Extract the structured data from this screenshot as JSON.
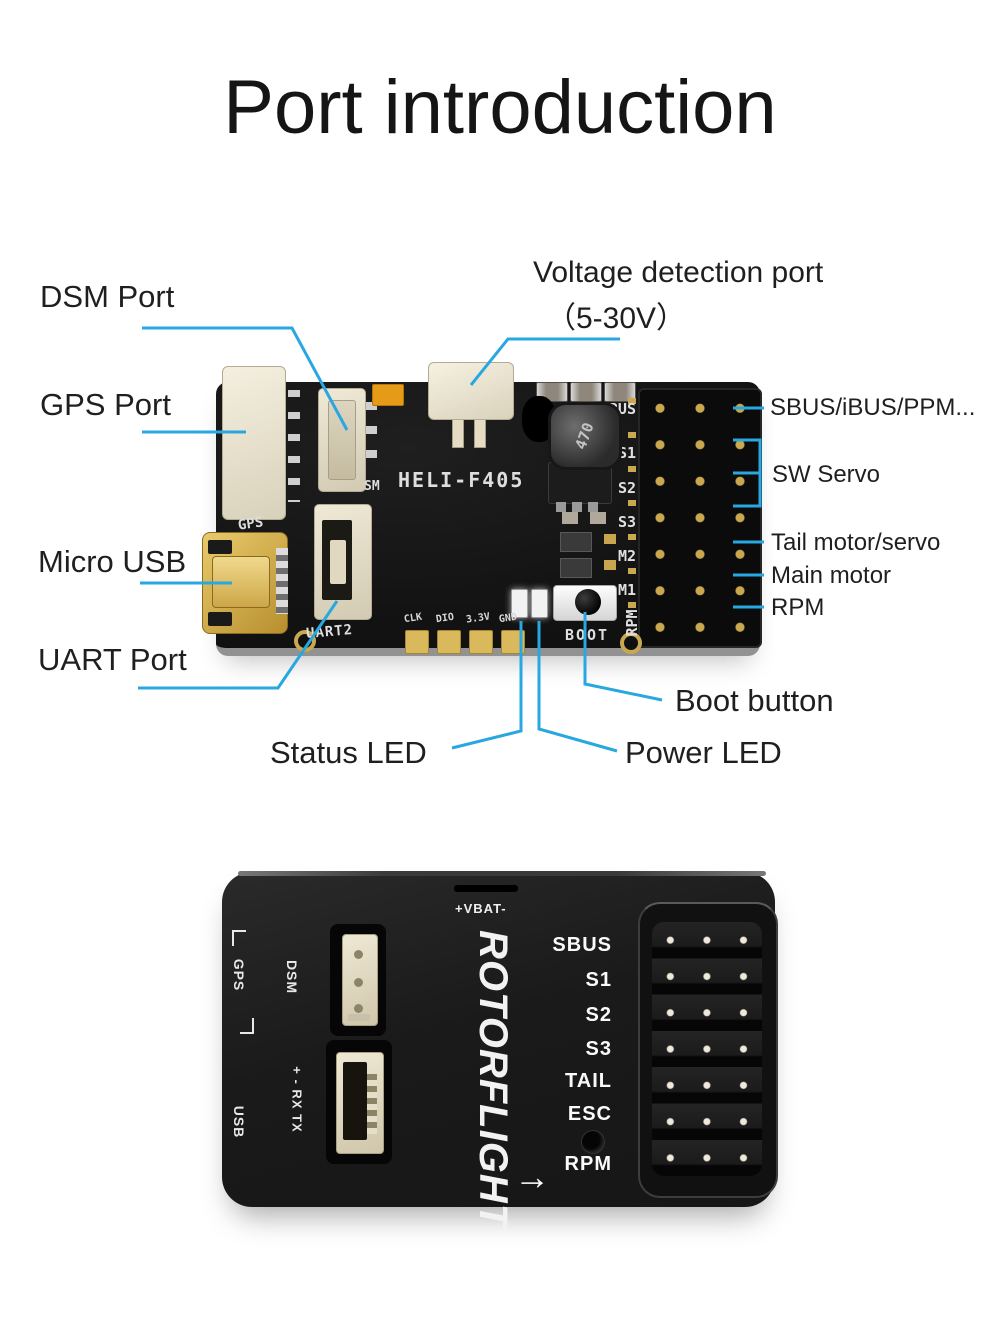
{
  "title": "Port introduction",
  "colors": {
    "accent_blue": "#29a7e0",
    "pcb_gold": "#c9a84f",
    "connector_cream": "#e9e2cd",
    "case_black": "#1c1c1c"
  },
  "pcb_annotations": {
    "dsm_port": "DSM Port",
    "gps_port": "GPS Port",
    "voltage_port_line1": "Voltage detection port",
    "voltage_port_line2": "（5-30V）",
    "micro_usb": "Micro USB",
    "uart_port": "UART Port",
    "status_led": "Status LED",
    "power_led": "Power LED",
    "boot_button": "Boot button",
    "sbus": "SBUS/iBUS/PPM...",
    "sw_servo": "SW Servo",
    "tail_motor": "Tail motor/servo",
    "main_motor": "Main motor",
    "rpm": "RPM"
  },
  "pcb_silkscreen": {
    "model": "HELI-F405",
    "gps": "GPS",
    "dsm": "SM",
    "uart": "UART2",
    "boot": "BOOT",
    "inductor": "470",
    "debug_pads": [
      "CLK",
      "DIO",
      "3.3V",
      "GND"
    ],
    "header_pins": [
      "SBUS",
      "S1",
      "S2",
      "S3",
      "M2",
      "M1",
      "RPM"
    ]
  },
  "case_markings": {
    "vbat": "+VBAT-",
    "gps": "GPS",
    "dsm": "DSM",
    "uart_pins": "+ - RX TX",
    "usb": "USB",
    "brand": "ROTORFLIGHT",
    "port_labels": [
      "SBUS",
      "S1",
      "S2",
      "S3",
      "TAIL",
      "ESC",
      "RPM"
    ],
    "rpm_arrow": "→"
  }
}
